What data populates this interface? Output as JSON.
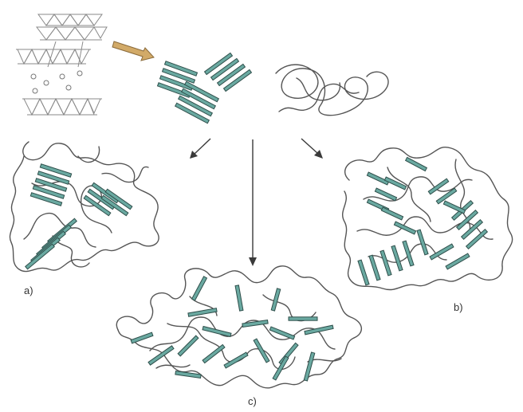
{
  "labels": {
    "a": "a)",
    "b": "b)",
    "c": "c)"
  },
  "colors": {
    "plate_fill": "#6aa9a1",
    "plate_stroke": "#2f4f4b",
    "polymer_chain": "#555555",
    "input_arrow": "#d2aa68"
  }
}
